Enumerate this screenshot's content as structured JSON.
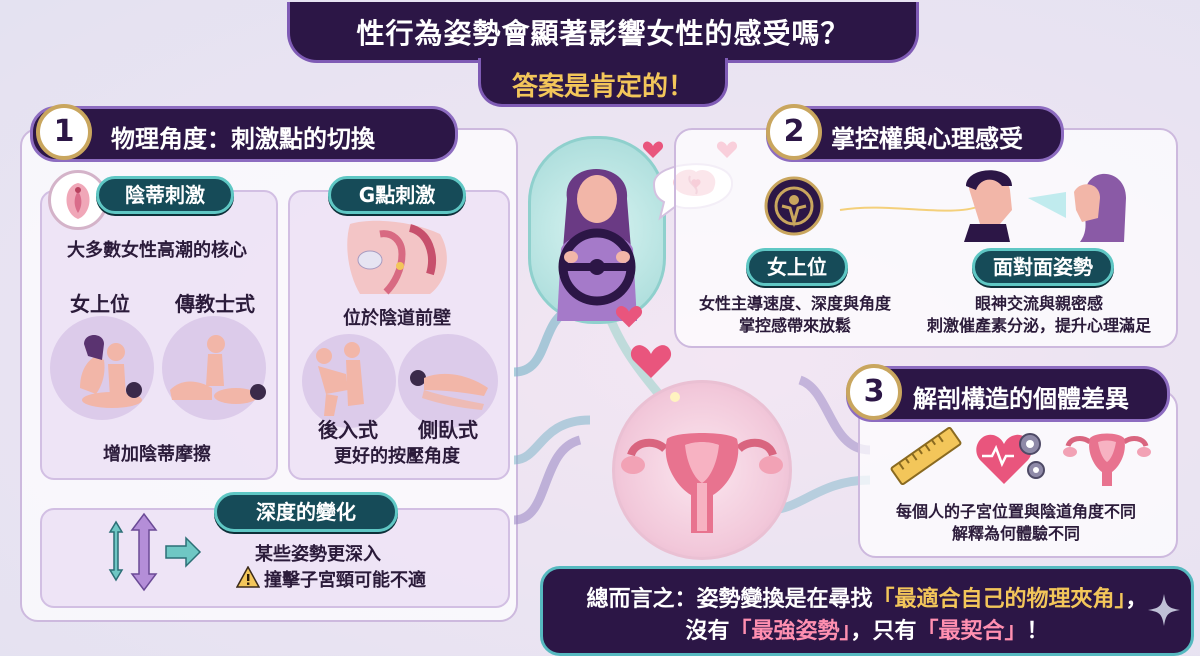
{
  "title": {
    "question": "性行為姿勢會顯著影響女性的感受嗎？",
    "answer": "答案是肯定的！"
  },
  "section1": {
    "number": "1",
    "heading": "物理角度：刺激點的切換",
    "clitoral": {
      "label": "陰蒂刺激",
      "subtitle": "大多數女性高潮的核心",
      "pos_left": "女上位",
      "pos_right": "傳教士式",
      "caption": "增加陰蒂摩擦"
    },
    "gspot": {
      "label": "G點刺激",
      "subtitle": "位於陰道前壁",
      "pos_left": "後入式",
      "pos_right": "側臥式",
      "caption": "更好的按壓角度"
    },
    "depth": {
      "label": "深度的變化",
      "line1": "某些姿勢更深入",
      "line2": "撞擊子宮頸可能不適"
    }
  },
  "section2": {
    "number": "2",
    "heading": "掌控權與心理感受",
    "left_label": "女上位",
    "left_line1": "女性主導速度、深度與角度",
    "left_line2": "掌控感帶來放鬆",
    "right_label": "面對面姿勢",
    "right_line1": "眼神交流與親密感",
    "right_line2": "刺激催產素分泌，提升心理滿足"
  },
  "section3": {
    "number": "3",
    "heading": "解剖構造的個體差異",
    "line1": "每個人的子宮位置與陰道角度不同",
    "line2": "解釋為何體驗不同"
  },
  "summary": {
    "line1_prefix": "總而言之：姿勢變換是在尋找",
    "line1_highlight": "「最適合自己的物理夾角」",
    "line1_suffix": "，",
    "line2_prefix": "沒有",
    "line2_highlight1": "「最強姿勢」",
    "line2_mid": "，只有",
    "line2_highlight2": "「最契合」",
    "line2_suffix": "！"
  },
  "colors": {
    "navy": "#2c1646",
    "teal": "#164b58",
    "gold": "#f3c65a",
    "highlight": "#ff8fb0"
  }
}
